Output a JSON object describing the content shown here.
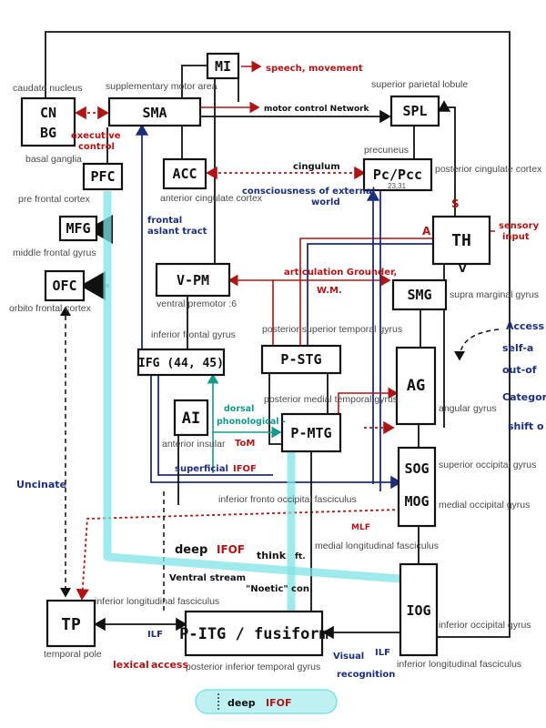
{
  "boxes": {
    "cnbg_top": "CN",
    "cnbg_bottom": "BG",
    "mi": "MI",
    "sma": "SMA",
    "spl": "SPL",
    "pfc": "PFC",
    "acc": "ACC",
    "pcpcc": "Pc/Pcc",
    "mfg": "MFG",
    "th": "TH",
    "ofc": "OFC",
    "vpm": "V-PM",
    "smg": "SMG",
    "ifg": "IFG (44, 45)",
    "pstg": "P-STG",
    "ag": "AG",
    "ai": "AI",
    "pmtg": "P-MTG",
    "sog": "SOG",
    "mog": "MOG",
    "iog": "IOG",
    "tp": "TP",
    "pitg": "P-ITG / fusiform"
  },
  "regions": {
    "caudate": "caudate nucleus",
    "sma": "supplementary motor area",
    "spl": "superior parietal lobule",
    "basal": "basal ganglia",
    "precuneus": "precuneus",
    "pcc": "posterior cingulate cortex",
    "pcc_num": "23,31",
    "prefrontal": "pre frontal cortex",
    "acc": "anterior cingulate cortex",
    "mfg": "middle frontal gyrus",
    "smg": "supra marginal gyrus",
    "ofc": "orbito frontal cortex",
    "vpm": "ventral premotor :6",
    "ifg": "inferior frontal gyrus",
    "pstg": "posterior superior temporal gyrus",
    "pmtg": "posterior medial temporal gyrus",
    "ag": "angular gyrus",
    "ai": "anterior insular",
    "sog": "superior occipital gyrus",
    "mog": "medial occipital gyrus",
    "iof": "inferior fronto occipital fasciculus",
    "mlf": "medial longitudinal fasciculus",
    "ilf_left": "inferior longitudinal fasciculus",
    "iog": "inferior occipital gyrus",
    "tp": "temporal pole",
    "pitg": "posterior inferior temporal gyrus",
    "ilf_right": "inferior longitudinal fasciculus"
  },
  "annotations": {
    "speech": "speech, movement",
    "motor_net": "motor control Network",
    "executive1": "executive",
    "executive2": "control",
    "cingulum": "cingulum",
    "consciousness1": "consciousness of external",
    "consciousness2": "world",
    "fat1": "frontal",
    "fat2": "aslant tract",
    "s": "S",
    "a": "A",
    "v": "V",
    "sensory1": "sensory",
    "sensory2": "input",
    "articulation": "articulation Grounder,",
    "wm": "W.M.",
    "access1": "Access",
    "access2": "self-a",
    "access3": "out-of",
    "access4": "Categori",
    "access5": "shift o",
    "dorsal1": "dorsal",
    "dorsal2": "phonological -",
    "tom": "ToM",
    "superficial": "superficial",
    "ifof_sup": "IFOF",
    "mlf_tag": "MLF",
    "uncinate": "Uncinate",
    "deep": "deep",
    "ifof_deep": "IFOF",
    "think": "think",
    "ft": "ft.",
    "ventral": "Ventral stream",
    "noetic": "\"Noetic\" con.",
    "ilf_tag_left": "ILF",
    "lexical1": "lexical",
    "lexical2": "access",
    "visual1": "Visual",
    "visual2": "recognition",
    "ilf_tag_right": "ILF"
  },
  "legend": {
    "deep": "deep",
    "ifof": "IFOF"
  }
}
